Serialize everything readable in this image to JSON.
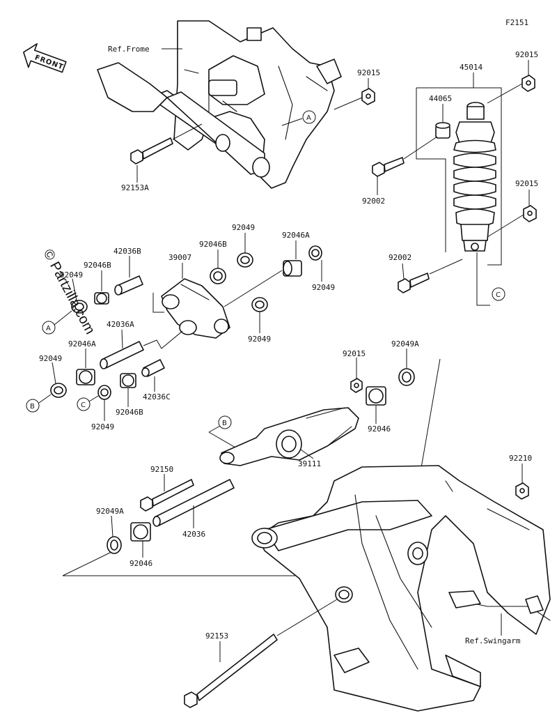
{
  "figure_code": "F2151",
  "watermark": "© Partzilla.com",
  "front_label": "FRONT",
  "refs": {
    "frame": "Ref.Frome",
    "swingarm": "Ref.Swingarm"
  },
  "callouts": [
    "A",
    "A",
    "B",
    "B",
    "C",
    "C"
  ],
  "part_labels": {
    "p92015_a": "92015",
    "p45014": "45014",
    "p92015_b": "92015",
    "p44065": "44065",
    "p92153A": "92153A",
    "p92002_a": "92002",
    "p92015_c": "92015",
    "p92049_a": "92049",
    "p92046A_a": "92046A",
    "p92046B_a": "92046B",
    "p42036B": "42036B",
    "p92046B_b": "92046B",
    "p39007": "39007",
    "p92002_b": "92002",
    "p92049_b": "92049",
    "p92049_c": "92049",
    "p42036A": "42036A",
    "p92049_d": "92049",
    "p92046A_b": "92046A",
    "p92049_e": "92049",
    "p92015_d": "92015",
    "p92049A_a": "92049A",
    "p42036C": "42036C",
    "p92046B_c": "92046B",
    "p92049_f": "92049",
    "p92046_a": "92046",
    "p39111": "39111",
    "p92150": "92150",
    "p92210": "92210",
    "p92049A_b": "92049A",
    "p42036": "42036",
    "p92046_b": "92046",
    "p92153": "92153"
  }
}
